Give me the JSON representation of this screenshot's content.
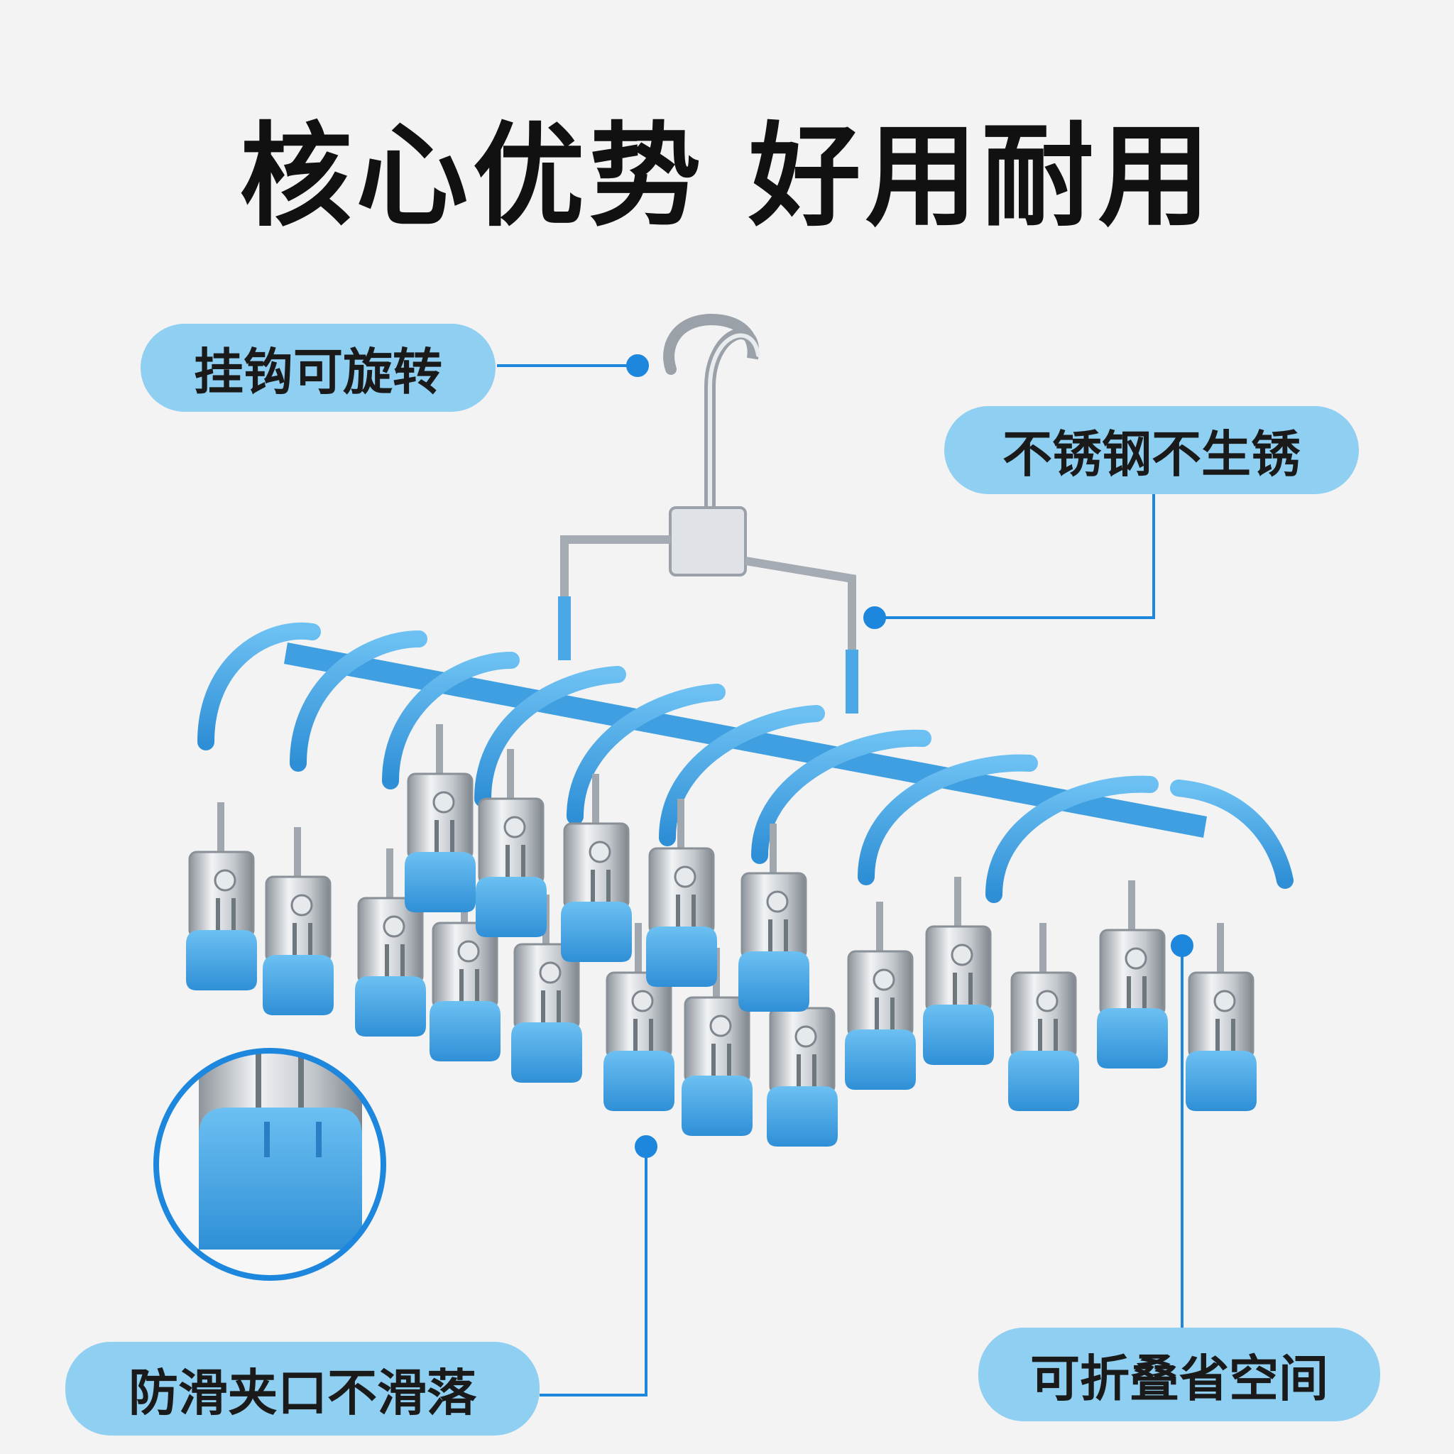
{
  "headline": "核心优势 好用耐用",
  "callouts": {
    "hook": "挂钩可旋转",
    "steel": "不锈钢不生锈",
    "clip": "防滑夹口不滑落",
    "fold": "可折叠省空间"
  },
  "colors": {
    "pill": "#8fcff1",
    "plastic": "#4aa8e6",
    "accent": "#1d86dd",
    "steel": "#b9bec4"
  }
}
